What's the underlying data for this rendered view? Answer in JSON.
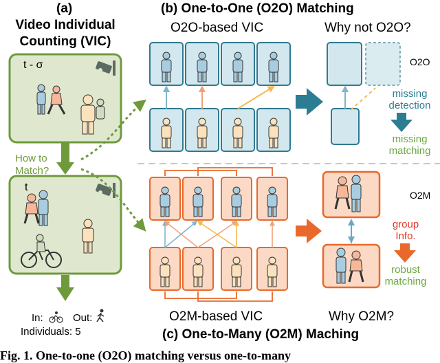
{
  "panel_a": {
    "label": "(a)",
    "title_line1": "Video Individual",
    "title_line2": "Counting (VIC)",
    "frame_prev_label": "t - σ",
    "frame_curr_label": "t",
    "how_line1": "How to",
    "how_line2": "Match?",
    "in_label": "In:",
    "out_label": "Out:",
    "individuals_text": "Individuals: 5"
  },
  "panel_b": {
    "heading": "(b) One-to-One (O2O) Matching",
    "left_title": "O2O-based VIC",
    "right_title": "Why not O2O?",
    "method_tag": "O2O",
    "missing_detection_1": "missing",
    "missing_detection_2": "detection",
    "missing_matching_1": "missing",
    "missing_matching_2": "matching"
  },
  "panel_c": {
    "heading": "(c) One-to-Many (O2M) Maching",
    "left_title": "O2M-based VIC",
    "right_title": "Why O2M?",
    "method_tag": "O2M",
    "group_info_1": "group",
    "group_info_2": "Info.",
    "robust_matching_1": "robust",
    "robust_matching_2": "matching"
  },
  "caption": {
    "text": "Fig. 1.   One-to-one (O2O) matching versus one-to-many"
  },
  "colors": {
    "green_fill": "#dfe8cf",
    "green_stroke": "#6f9a3c",
    "blue_fill": "#d3e8ee",
    "blue_stroke": "#2f7a90",
    "orange_fill": "#fbd9c4",
    "orange_stroke": "#e8692b",
    "teal_arrow": "#2b7d93",
    "red_text": "#e0392b",
    "green_text": "#6aa93f",
    "dashed_divider": "#b5b5b5"
  }
}
